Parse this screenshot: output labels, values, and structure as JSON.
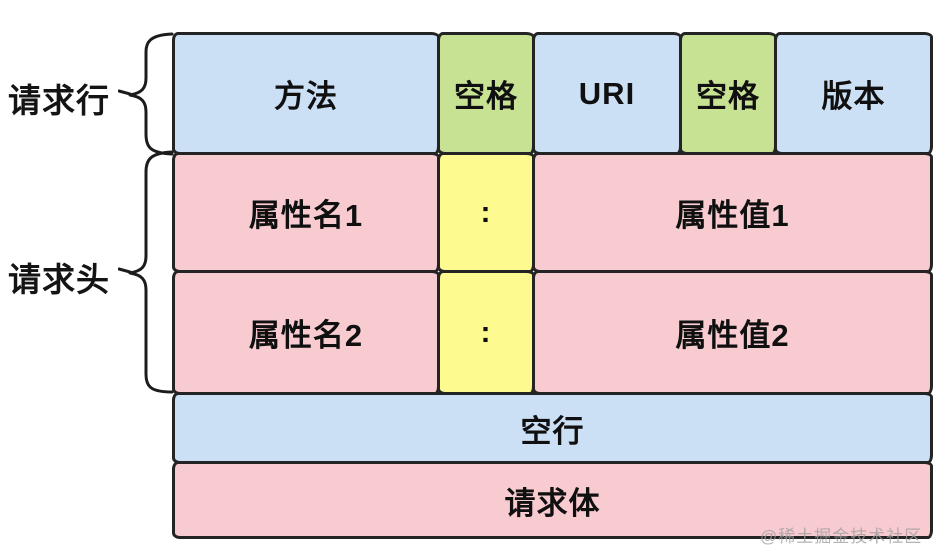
{
  "groups": {
    "request_line": {
      "label": "请求行"
    },
    "request_headers": {
      "label": "请求头"
    }
  },
  "table": {
    "request_line": [
      {
        "label": "方法"
      },
      {
        "label": "空格"
      },
      {
        "label": "URI"
      },
      {
        "label": "空格"
      },
      {
        "label": "版本"
      }
    ],
    "headers": [
      {
        "name": "属性名1",
        "separator": ":",
        "value": "属性值1"
      },
      {
        "name": "属性名2",
        "separator": ":",
        "value": "属性值2"
      }
    ],
    "blank_line": {
      "label": "空行"
    },
    "request_body": {
      "label": "请求体"
    }
  },
  "watermark": "@稀土掘金技术社区",
  "colors": {
    "cell_blue": "#cbdff5",
    "cell_green": "#c8e294",
    "cell_pink": "#f8cbd0",
    "cell_yellow": "#fdfb90",
    "stroke": "#242424",
    "watermark_gray": "#9e9e9e",
    "background": "#ffffff"
  }
}
